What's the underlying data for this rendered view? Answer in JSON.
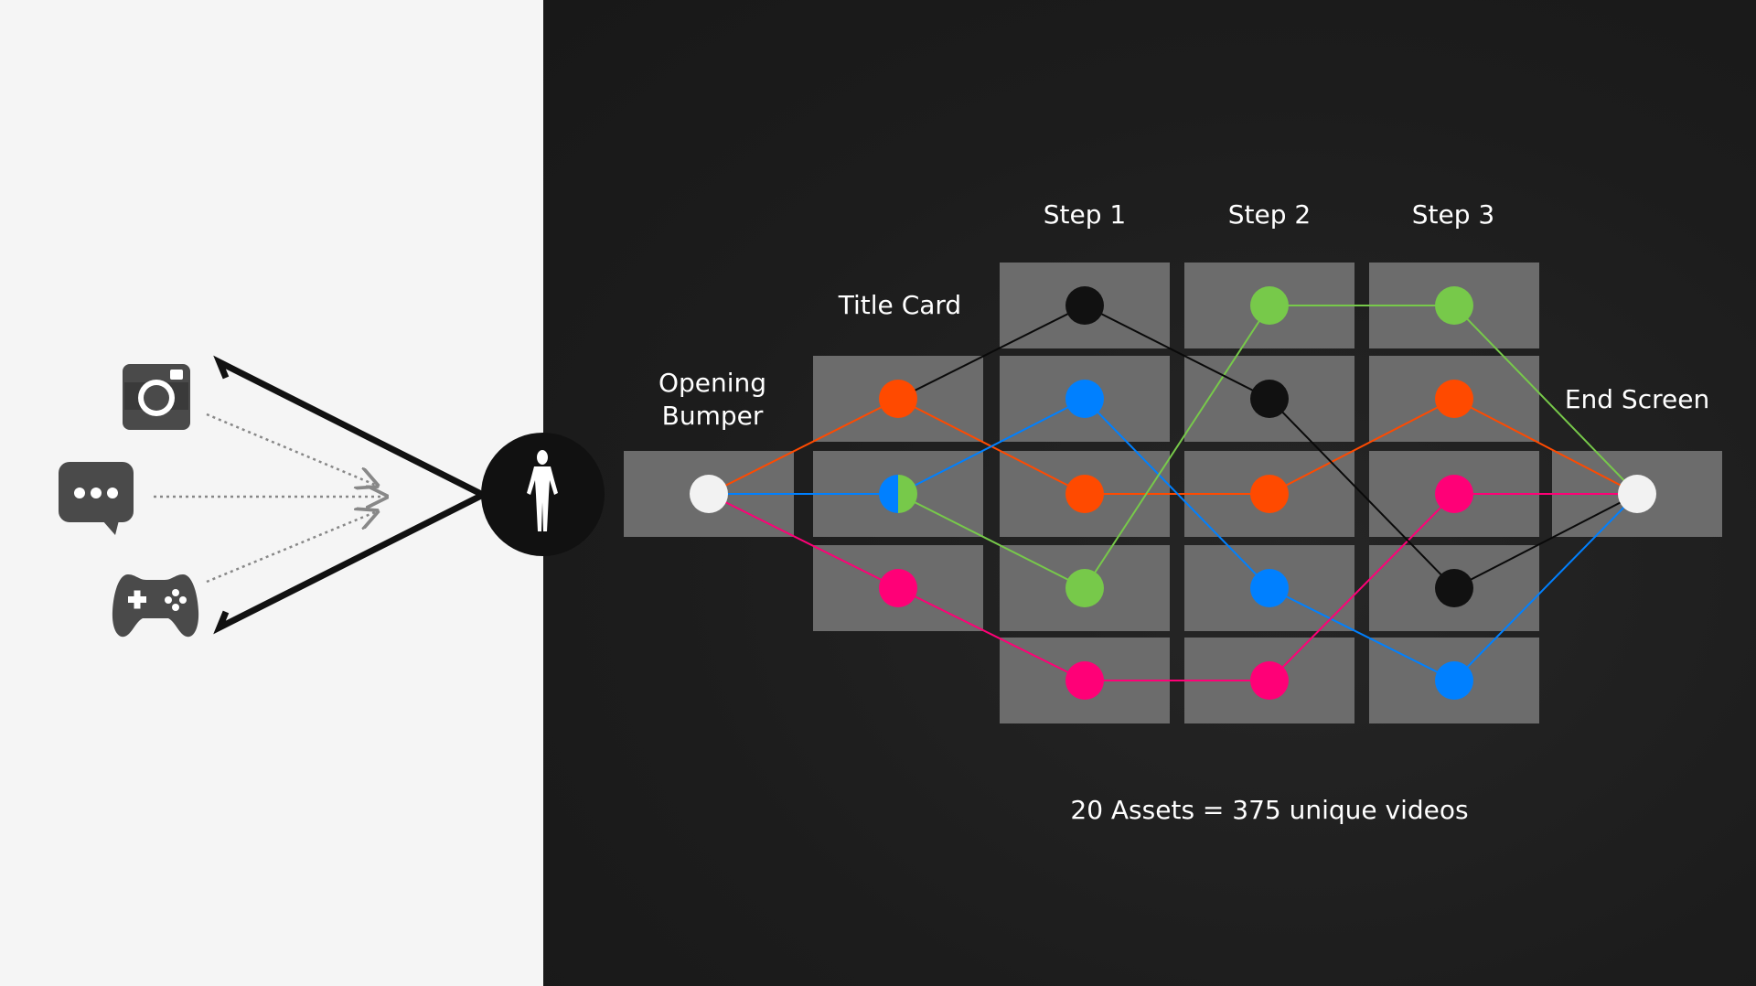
{
  "labels": {
    "opening_bumper": "Opening Bumper",
    "title_card": "Title Card",
    "step1": "Step 1",
    "step2": "Step 2",
    "step3": "Step 3",
    "end_screen": "End Screen",
    "summary": "20 Assets = 375 unique videos"
  },
  "icons": {
    "inputs": [
      "camera-icon",
      "chat-bubble-icon",
      "gamepad-icon"
    ],
    "person": "person-silhouette-icon"
  },
  "colors": {
    "left_background": "#f5f5f5",
    "right_background": "#1e1e1e",
    "cell": "#6c6c6c",
    "orange": "#ff4a00",
    "blue": "#0080ff",
    "green": "#77c94a",
    "pink": "#ff0077",
    "black": "#111111",
    "white": "#f2f2f2",
    "icon_gray": "#4a4a4a",
    "arrow_gray": "#888888"
  },
  "columns": [
    {
      "id": "bumper",
      "label_key": "opening_bumper",
      "nodes": [
        {
          "row": 2,
          "color": "white"
        }
      ]
    },
    {
      "id": "title",
      "label_key": "title_card",
      "nodes": [
        {
          "row": 1,
          "color": "orange"
        },
        {
          "row": 2,
          "color": "blue-green"
        },
        {
          "row": 3,
          "color": "pink"
        }
      ]
    },
    {
      "id": "step1",
      "label_key": "step1",
      "nodes": [
        {
          "row": 0,
          "color": "black"
        },
        {
          "row": 1,
          "color": "blue"
        },
        {
          "row": 2,
          "color": "orange"
        },
        {
          "row": 3,
          "color": "green"
        },
        {
          "row": 4,
          "color": "pink"
        }
      ]
    },
    {
      "id": "step2",
      "label_key": "step2",
      "nodes": [
        {
          "row": 0,
          "color": "green"
        },
        {
          "row": 1,
          "color": "black"
        },
        {
          "row": 2,
          "color": "orange"
        },
        {
          "row": 3,
          "color": "blue"
        },
        {
          "row": 4,
          "color": "pink"
        }
      ]
    },
    {
      "id": "step3",
      "label_key": "step3",
      "nodes": [
        {
          "row": 0,
          "color": "green"
        },
        {
          "row": 1,
          "color": "orange"
        },
        {
          "row": 2,
          "color": "pink"
        },
        {
          "row": 3,
          "color": "black"
        },
        {
          "row": 4,
          "color": "blue"
        }
      ]
    },
    {
      "id": "end",
      "label_key": "end_screen",
      "nodes": [
        {
          "row": 2,
          "color": "white"
        }
      ]
    }
  ],
  "paths": [
    {
      "color": "orange",
      "route": [
        "bumper-2",
        "title-1",
        "step1-2",
        "step2-2",
        "step3-1",
        "end-2"
      ]
    },
    {
      "color": "blue",
      "route": [
        "bumper-2",
        "title-2",
        "step1-1",
        "step2-3",
        "step3-4",
        "end-2"
      ]
    },
    {
      "color": "green",
      "route": [
        "title-2",
        "step1-3",
        "step2-0",
        "step3-0",
        "end-2"
      ]
    },
    {
      "color": "pink",
      "route": [
        "bumper-2",
        "title-3",
        "step1-4",
        "step2-4",
        "step3-2",
        "end-2"
      ]
    },
    {
      "color": "black",
      "route": [
        "title-1",
        "step1-0",
        "step2-1",
        "step3-3",
        "end-2"
      ]
    }
  ]
}
